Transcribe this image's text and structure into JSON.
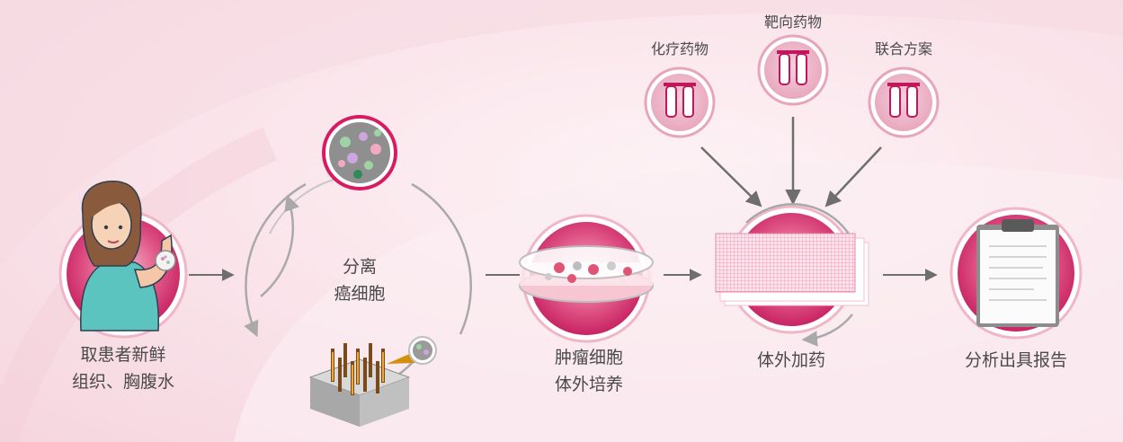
{
  "steps": {
    "sample": {
      "line1": "取患者新鲜",
      "line2": "组织、胸腹水"
    },
    "isolate": {
      "line1": "分离",
      "line2": "癌细胞"
    },
    "culture": {
      "line1": "肿瘤细胞",
      "line2": "体外培养"
    },
    "dosing": {
      "line1": "体外加药"
    },
    "report": {
      "line1": "分析出具报告"
    }
  },
  "drugs": {
    "chemo": "化疗药物",
    "targeted": "靶向药物",
    "combo": "联合方案"
  },
  "colors": {
    "accent": "#d81b60",
    "ring": "#e8a0b4",
    "arrow": "#707070",
    "text": "#4a4a4a"
  }
}
